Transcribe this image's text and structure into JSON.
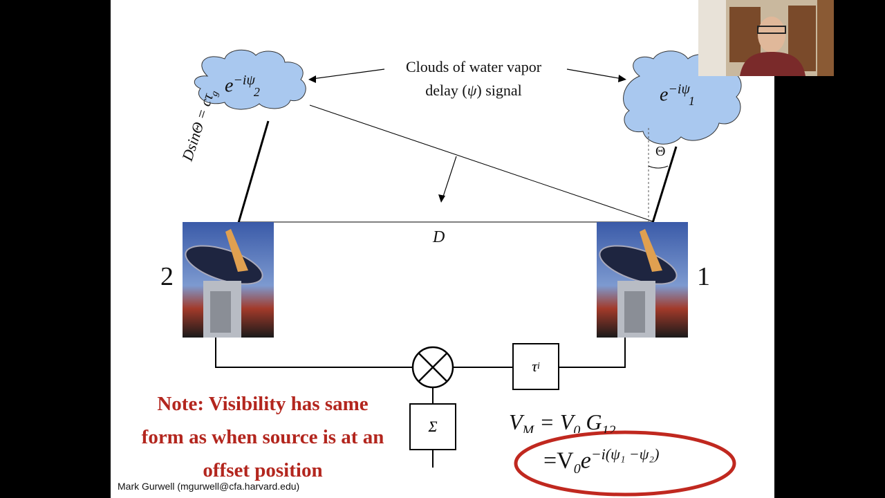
{
  "slide": {
    "caption_line1": "Clouds of water vapor",
    "caption_line2_pre": "delay (",
    "caption_psi": "ψ",
    "caption_line2_post": ") signal",
    "cloud_left_label": "e",
    "cloud_left_sup": "−iψ",
    "cloud_left_sub": "2",
    "cloud_right_label": "e",
    "cloud_right_sup": "−iψ",
    "cloud_right_sub": "1",
    "path_label": "DsinΘ = cτ",
    "path_label_sub": "g",
    "theta": "Θ",
    "baseline_label": "D",
    "antenna_left_num": "2",
    "antenna_right_num": "1",
    "delay_box": "τ",
    "delay_box_sub": "i",
    "sum_box": "Σ",
    "equation_line1": "V",
    "equation_line1_sub": "M",
    "equation_line1_rest": " = V",
    "equation_line1_rest_sub": "0",
    "equation_line1_tail": " G",
    "equation_line1_tail_sub": "12",
    "equation_line2_pre": "=V",
    "equation_line2_sub": "0",
    "equation_line2_e": "e",
    "equation_line2_sup": "−i(ψ₁ −ψ₂)",
    "note_line1": "Note: Visibility has same",
    "note_line2": "form as when source is at an",
    "note_line3": "offset position",
    "footer": "Mark Gurwell (mgurwell@cfa.harvard.edu)"
  },
  "colors": {
    "cloud_fill": "#a9c8ef",
    "note_red": "#b3261e",
    "ellipse_red": "#c0281f"
  },
  "icons": [
    "multiplier-icon",
    "antenna-icon",
    "webcam-presenter"
  ]
}
